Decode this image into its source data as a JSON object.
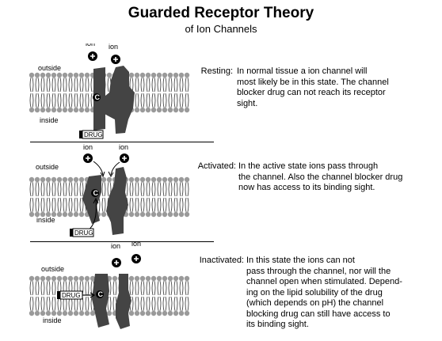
{
  "title": "Guarded Receptor Theory",
  "subtitle": "of Ion Channels",
  "labels": {
    "outside": "outside",
    "inside": "inside",
    "ion": "ion",
    "drug": "DRUG",
    "receptor": "C"
  },
  "panels": [
    {
      "state": "Resting:",
      "text": "In normal tissue a  ion  channel will\nmost likely be in this state.  The channel\nblocker drug can not reach its receptor\nsight."
    },
    {
      "state": "Activated:",
      "text": "In the active state ions pass through\nthe channel.  Also the channel blocker drug\nnow has access to its binding sight."
    },
    {
      "state": "Inactivated:",
      "text": "In this state the ions can not\npass through the channel, nor will the\nchannel open when stimulated.  Depend-\ning on the lipid solubility of the drug\n(which depends on pH) the channel\nblocking drug can still have access to\nits binding sight."
    }
  ]
}
